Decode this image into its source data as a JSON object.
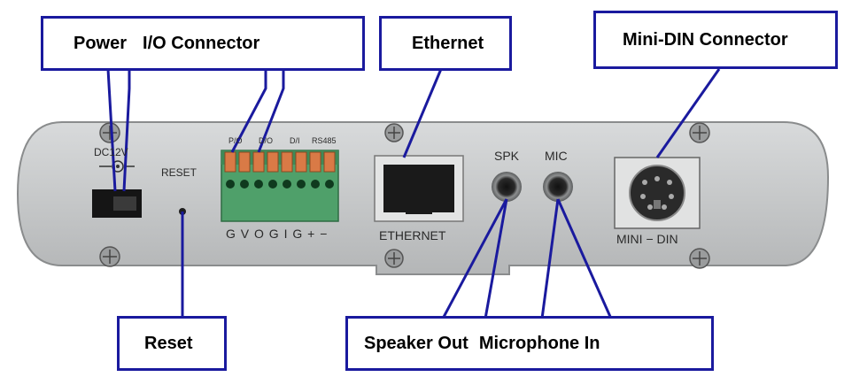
{
  "callouts": {
    "power": "Power",
    "io_connector": "I/O Connector",
    "ethernet": "Ethernet",
    "mini_din": "Mini-DIN Connector",
    "reset": "Reset",
    "speaker_out": "Speaker Out",
    "microphone_in": "Microphone In"
  },
  "panel_labels": {
    "dc_voltage": "DC12V",
    "reset": "RESET",
    "terminal_top": [
      "P/O",
      "D/O",
      "D/I",
      "RS485"
    ],
    "terminal_bottom": "G V O G I G + −",
    "ethernet": "ETHERNET",
    "spk": "SPK",
    "mic": "MIC",
    "mini_din": "MINI − DIN"
  },
  "colors": {
    "callout_border": "#1a1a9e",
    "leader_line": "#1a1a9e",
    "panel_face": "#c9cbcc",
    "terminal_block": "#4fa06a",
    "terminal_lever": "#d97a46"
  }
}
